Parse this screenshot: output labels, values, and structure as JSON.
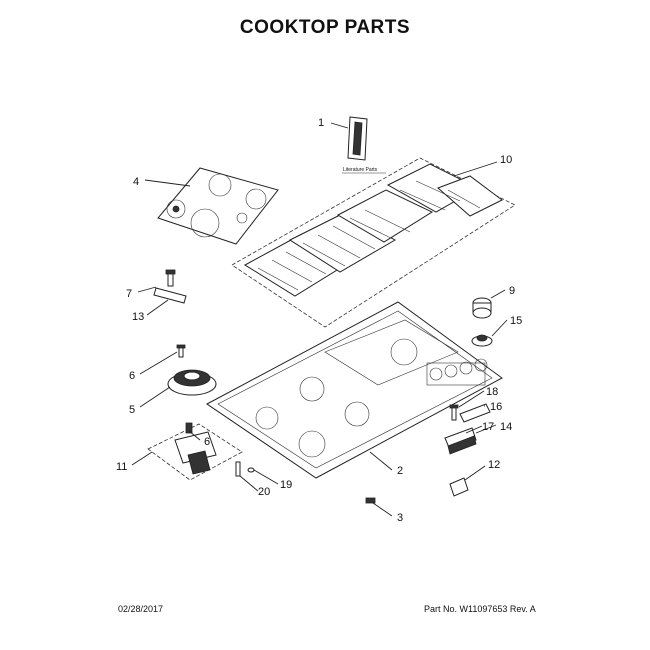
{
  "header": {
    "title": "COOKTOP PARTS"
  },
  "footer": {
    "date": "02/28/2017",
    "part_number": "Part No. W11097653 Rev. A"
  },
  "literature_label": "Literature Parts",
  "callouts": {
    "c1": "1",
    "c2": "2",
    "c3": "3",
    "c4": "4",
    "c5": "5",
    "c6a": "6",
    "c6b": "6",
    "c7": "7",
    "c9": "9",
    "c10": "10",
    "c11": "11",
    "c12": "12",
    "c13": "13",
    "c14": "14",
    "c15": "15",
    "c16": "16",
    "c17": "17",
    "c18": "18",
    "c19": "19",
    "c20": "20"
  }
}
